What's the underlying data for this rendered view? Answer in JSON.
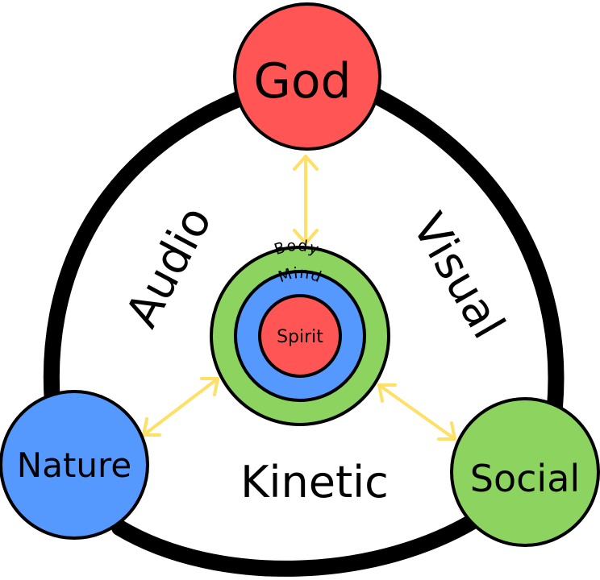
{
  "diagram": {
    "colors": {
      "red": "#ff5555",
      "blue": "#5599ff",
      "green": "#8dd35f",
      "arrow": "#ffe066",
      "outline": "#000000"
    },
    "nodes": {
      "god": {
        "label": "God"
      },
      "nature": {
        "label": "Nature"
      },
      "social": {
        "label": "Social"
      }
    },
    "sides": {
      "audio": "Audio",
      "visual": "Visual",
      "kinetic": "Kinetic"
    },
    "core": {
      "body": "Body",
      "mind": "Mind",
      "spirit": "Spirit"
    }
  }
}
